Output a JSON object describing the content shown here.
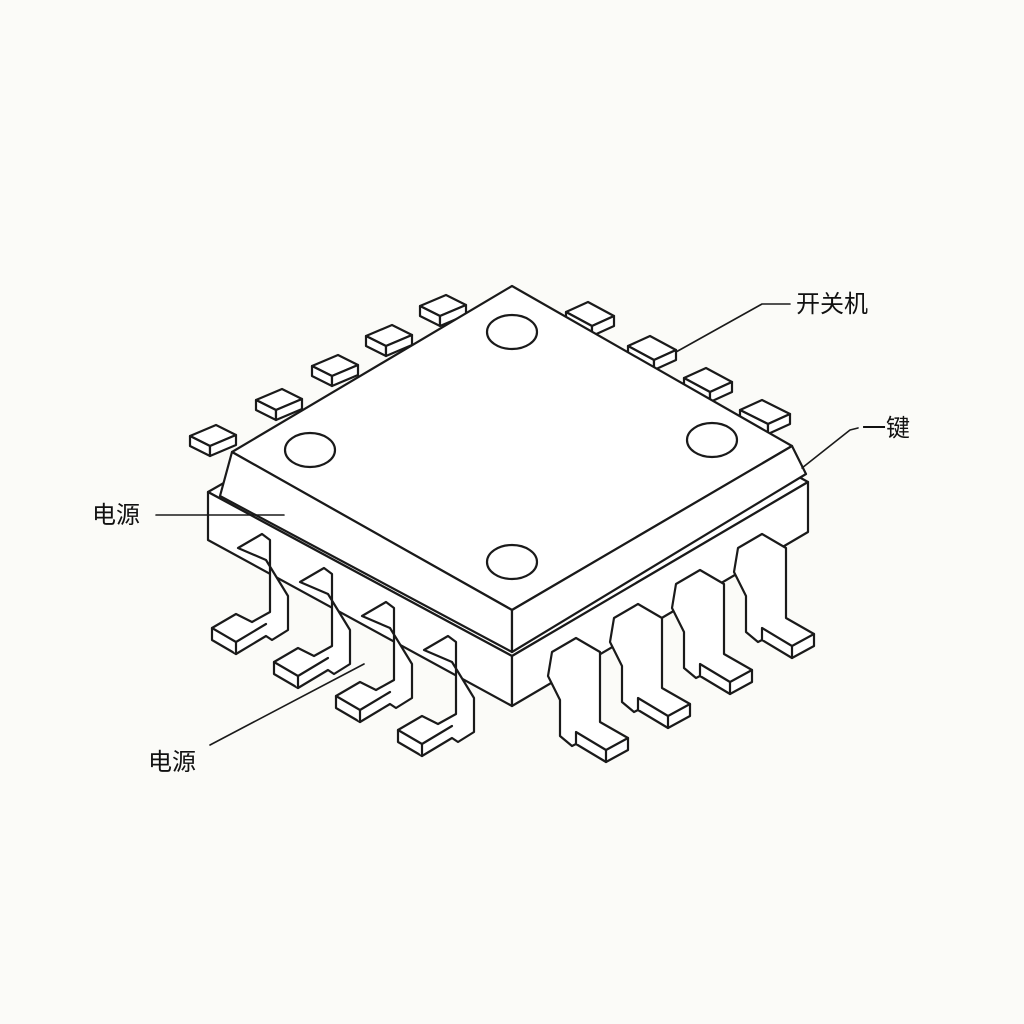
{
  "labels": {
    "switch": "开关机",
    "one_key": "一键",
    "power_left": "电源",
    "power_bottom": "电源"
  },
  "colors": {
    "line": "#1a1a1a",
    "fill": "#ffffff",
    "background": "#fbfbf8"
  }
}
